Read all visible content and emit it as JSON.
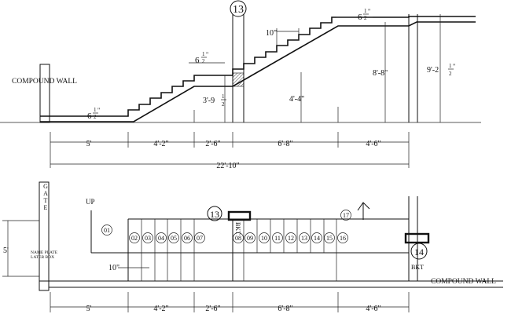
{
  "section": {
    "compound_wall_label": "COMPOUND WALL",
    "grid_bubble": "13",
    "riser_labels": {
      "bottom": "6",
      "mid": "6",
      "top": "6"
    },
    "riser_frac_num": "1",
    "riser_frac_den": "2",
    "riser_suffix": "\"",
    "tread_label": "10\"",
    "heights": {
      "landing_a": "3'-9",
      "landing_b": "4'-4\"",
      "landing_c": "8'-8\"",
      "top": "9'-2"
    },
    "dims": [
      "5'",
      "4'-2\"",
      "2'-6\"",
      "6'-8\"",
      "4'-6\""
    ],
    "total": "22'-10\""
  },
  "plan": {
    "gate_letters": [
      "G",
      "A",
      "T",
      "E"
    ],
    "up_label": "UP",
    "steps": [
      "01",
      "02",
      "03",
      "04",
      "05",
      "06",
      "07",
      "08",
      "09",
      "10",
      "11",
      "12",
      "13",
      "14",
      "15",
      "16",
      "17"
    ],
    "grid_13": "13",
    "grid_14": "14",
    "bkt_vertical": "BKT",
    "bkt_label": "BKT",
    "name_plate": [
      "NAME PLATE",
      "LATER BOX"
    ],
    "width_dim": "5'",
    "tread_label": "10\"",
    "compound_wall_label": "COMPOUND WALL",
    "dims": [
      "5'",
      "4'-2\"",
      "2'-6\"",
      "6'-8\"",
      "4'-6\""
    ]
  }
}
